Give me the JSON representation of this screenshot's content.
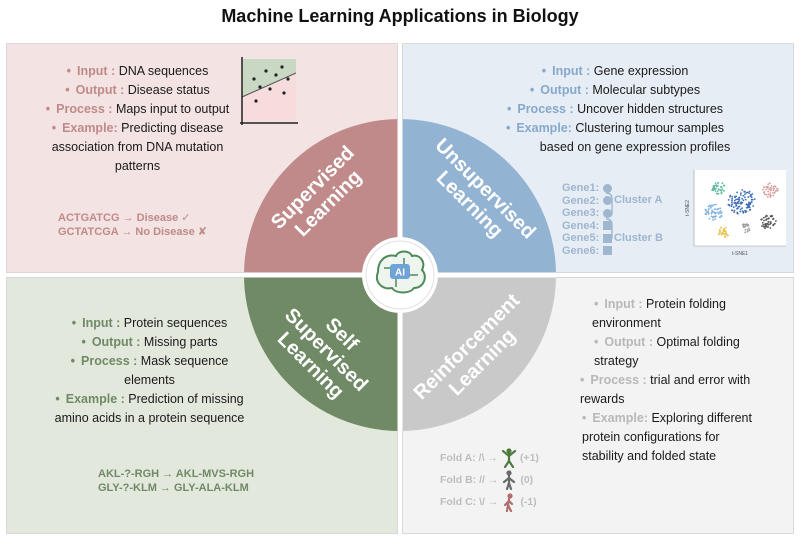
{
  "title": "Machine Learning Applications in Biology",
  "center_icon_label": "AI",
  "supervised": {
    "name_line1": "Supervised",
    "name_line2": "Learning",
    "rows": [
      {
        "label": "Input",
        "sep": " : ",
        "text": "DNA sequences"
      },
      {
        "label": "Output",
        "sep": " : ",
        "text": "Disease status"
      },
      {
        "label": "Process",
        "sep": " : ",
        "text": "Maps input to output"
      },
      {
        "label": "Example",
        "sep": ": ",
        "text": "Predicting disease",
        "cont": [
          "association from DNA mutation",
          "patterns"
        ]
      }
    ],
    "examples": [
      "ACTGATCG → Disease ✓",
      "GCTATCGA → No Disease ✘"
    ]
  },
  "unsupervised": {
    "name_line1": "Unsupervised",
    "name_line2": "Learning",
    "rows": [
      {
        "label": "Input",
        "sep": " : ",
        "text": "Gene expression"
      },
      {
        "label": "Output",
        "sep": " : ",
        "text": "Molecular subtypes"
      },
      {
        "label": "Process",
        "sep": " : ",
        "text": "Uncover hidden structures"
      },
      {
        "label": "Example",
        "sep": ": ",
        "text": "Clustering tumour samples",
        "cont": [
          "based on gene expression profiles"
        ]
      }
    ],
    "genes": [
      "Gene1:",
      "Gene2:",
      "Gene3:",
      "Gene4:",
      "Gene5:",
      "Gene6:"
    ],
    "cluster_a": "Cluster A",
    "cluster_b": "Cluster B",
    "tsne_xlabel": "t-SNE1",
    "tsne_ylabel": "t-SNE2"
  },
  "self_supervised": {
    "name_line1": "Self",
    "name_line2": "Supervised",
    "name_line3": "Learning",
    "rows": [
      {
        "label": "Input",
        "sep": " : ",
        "text": "Protein sequences"
      },
      {
        "label": "Output",
        "sep": " : ",
        "text": "Missing parts"
      },
      {
        "label": "Process",
        "sep": " : ",
        "text": "Mask sequence",
        "cont": [
          "elements"
        ]
      },
      {
        "label": "Example",
        "sep": " : ",
        "text": "Prediction of missing",
        "cont": [
          "amino acids in a protein sequence"
        ]
      }
    ],
    "examples": [
      "AKL-?-RGH →  AKL-MVS-RGH",
      "GLY-?-KLM  → GLY-ALA-KLM"
    ]
  },
  "reinforcement": {
    "name_line1": "Reinforcement",
    "name_line2": "Learning",
    "rows": [
      {
        "label": "Input",
        "sep": " : ",
        "text": "Protein folding",
        "cont": [
          "environment"
        ]
      },
      {
        "label": "Output",
        "sep": " : ",
        "text": "Optimal folding",
        "cont": [
          "strategy"
        ]
      },
      {
        "label": "Process",
        "sep": " : ",
        "text": "trial and error with",
        "cont": [
          "rewards"
        ]
      },
      {
        "label": "Example",
        "sep": ": ",
        "text": "Exploring different",
        "cont": [
          "protein configurations for",
          "stability and folded state"
        ]
      }
    ],
    "folds": [
      {
        "label": "Fold A: /\\ →",
        "score": "(+1)",
        "color": "#4e7a3e"
      },
      {
        "label": "Fold B: // →",
        "score": "(0)",
        "color": "#6a6a6a"
      },
      {
        "label": "Fold C: \\/ →",
        "score": "(-1)",
        "color": "#b06d6d"
      }
    ]
  },
  "colors": {
    "supervised": "#c08a8a",
    "unsupervised": "#93b3d3",
    "self_supervised": "#6f8a65",
    "reinforcement": "#c9c9c9"
  }
}
